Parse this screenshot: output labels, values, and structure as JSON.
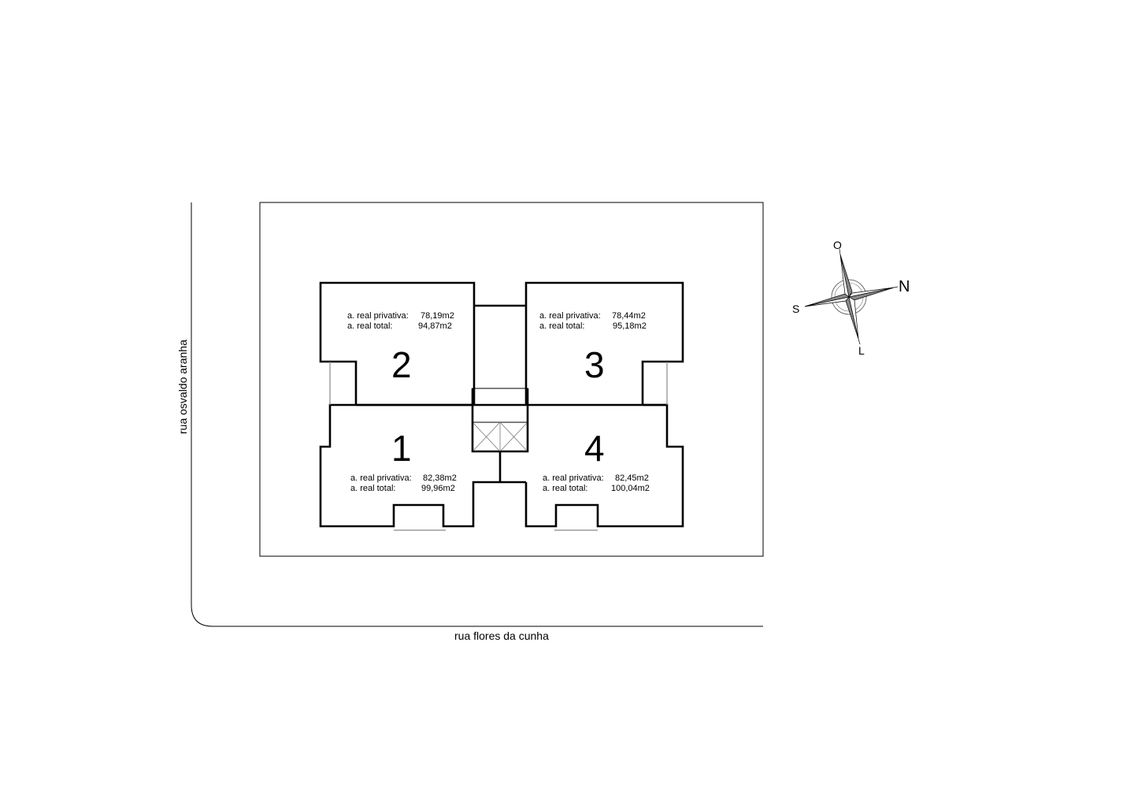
{
  "streets": {
    "left": "rua osvaldo aranha",
    "bottom": "rua flores da cunha"
  },
  "units": [
    {
      "number": "1",
      "private_label": "a. real privativa:",
      "private_area": "82,38m2",
      "total_label": "a. real total:",
      "total_area": "99,96m2"
    },
    {
      "number": "2",
      "private_label": "a. real privativa:",
      "private_area": "78,19m2",
      "total_label": "a. real total:",
      "total_area": "94,87m2"
    },
    {
      "number": "3",
      "private_label": "a. real privativa:",
      "private_area": "78,44m2",
      "total_label": "a. real total:",
      "total_area": "95,18m2"
    },
    {
      "number": "4",
      "private_label": "a. real privativa:",
      "private_area": "82,45m2",
      "total_label": "a. real total:",
      "total_area": "100,04m2"
    }
  ],
  "compass": {
    "north": "N",
    "south": "S",
    "east": "L",
    "west": "O"
  }
}
